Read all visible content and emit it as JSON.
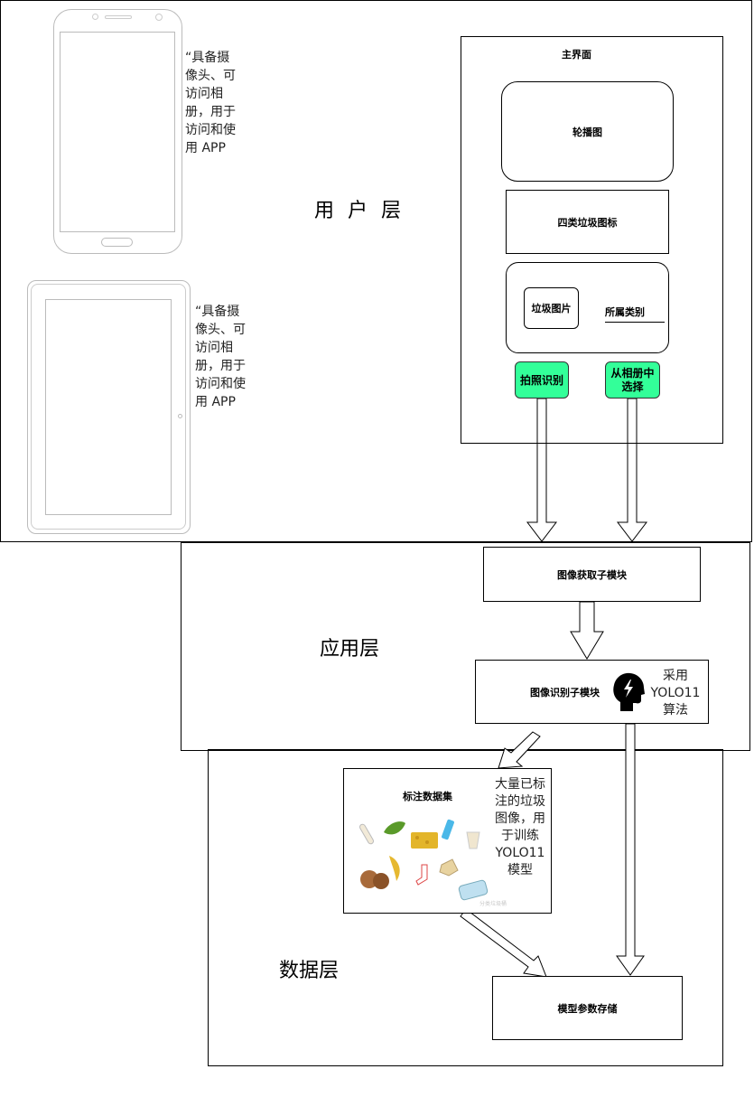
{
  "layers": {
    "user": "用 户 层",
    "app": "应用层",
    "data": "数据层"
  },
  "devices": {
    "phone_note": "“具备摄像头、可访问相册，用于访问和使用 APP",
    "tablet_note": "“具备摄像头、可访问相册，用于访问和使用 APP"
  },
  "main_screen": {
    "title": "主界面",
    "carousel": "轮播图",
    "four_icons": "四类垃圾图标",
    "trash_image": "垃圾图片",
    "category": "所属类别",
    "btn_photo": "拍照识别",
    "btn_album": "从相册中选择"
  },
  "app_layer": {
    "acquire": "图像获取子模块",
    "recognize": "图像识别子模块",
    "algo_note": "采用YOLO11算法"
  },
  "data_layer": {
    "dataset_title": "标注数据集",
    "dataset_note": "大量已标注的垃圾图像，用于训练YOLO11模型",
    "model_store": "模型参数存储",
    "watermark": "分类垃圾桶"
  }
}
